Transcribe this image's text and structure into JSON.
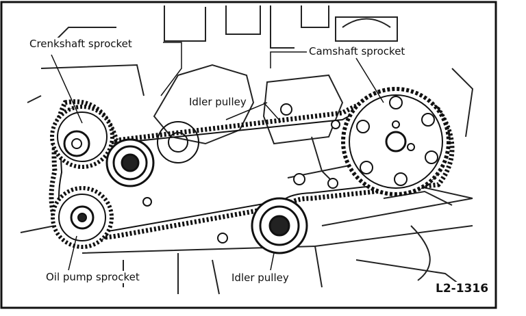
{
  "labels": {
    "crankshaft_sprocket": "Crenkshaft sprocket",
    "camshaft_sprocket": "Camshaft sprocket",
    "idler_pulley_upper": "Idler pulley",
    "oil_pump_sprocket": "Oil pump sprocket",
    "idler_pulley_lower": "Idler pulley"
  },
  "figure_code": "L2-1316",
  "colors": {
    "ink": "#111111",
    "paper": "#ffffff"
  }
}
